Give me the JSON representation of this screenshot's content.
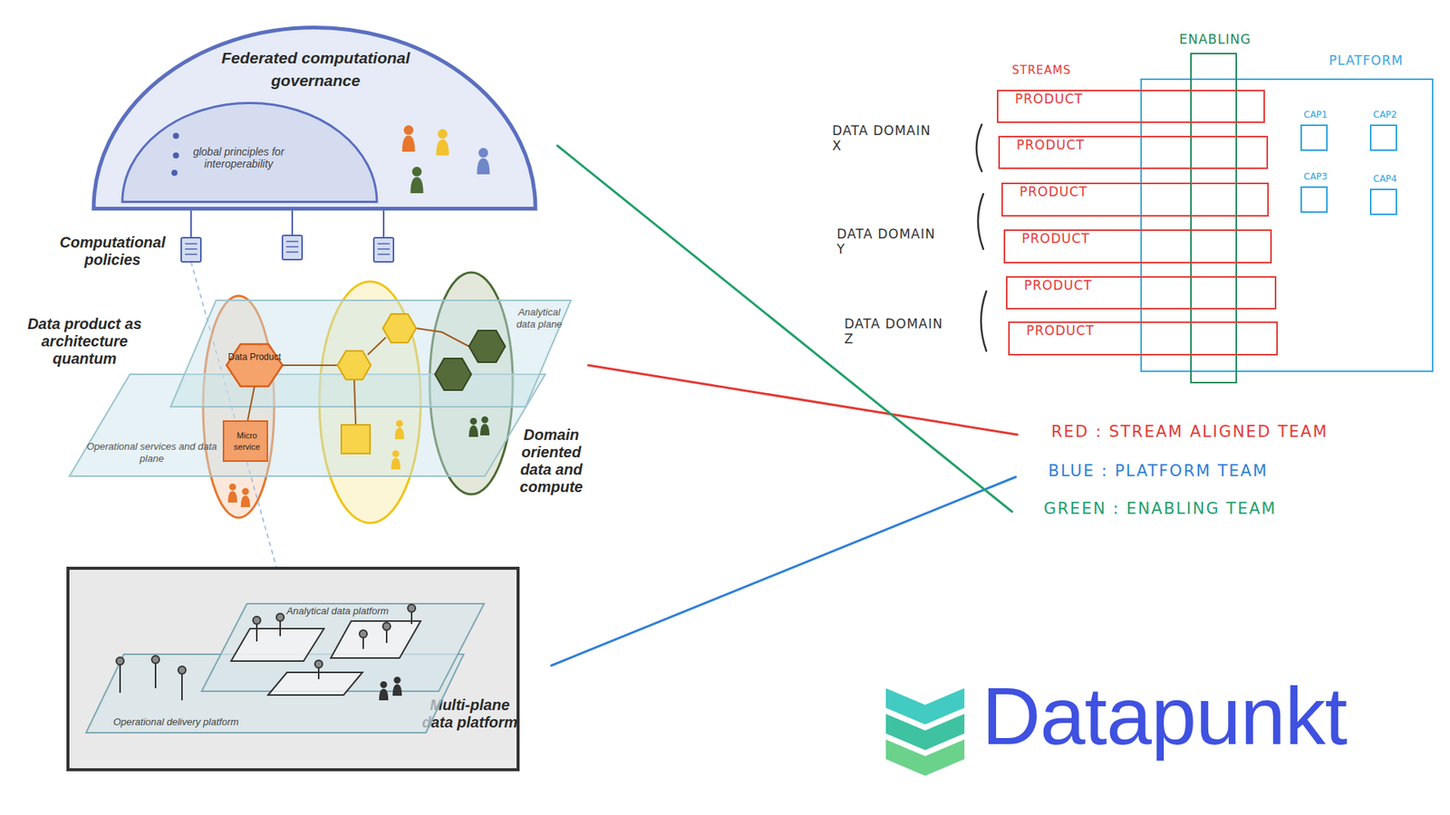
{
  "diagram": {
    "nodes": [
      {
        "text": [
          "Federated computational governance"
        ]
      },
      {
        "text": [
          "global principles for interoperability"
        ],
        "in": 0
      },
      {
        "text": [
          "Analytical data plane"
        ]
      },
      {
        "text": [
          "Data Product"
        ],
        "in": 2
      },
      {
        "text": [
          "Operational services and data plane"
        ]
      },
      {
        "text": [
          "Micro service"
        ],
        "in": 4
      },
      {
        "text": [
          "Multi-plane data platform"
        ]
      },
      {
        "text": [
          "Analytical data platform"
        ],
        "in": 6
      },
      {
        "text": [
          "Operational delivery platform"
        ],
        "in": 6
      },
      {
        "text": [
          "ENABLING"
        ]
      },
      {
        "text": [
          "PLATFORM"
        ]
      },
      {
        "text": [
          "CAP1"
        ],
        "in": 10
      },
      {
        "text": [
          "CAP2"
        ],
        "in": 10
      },
      {
        "text": [
          "CAP3"
        ],
        "in": 10
      },
      {
        "text": [
          "CAP4"
        ],
        "in": 10
      },
      {
        "text": [
          "PRODUCT"
        ]
      },
      {
        "text": [
          "PRODUCT"
        ]
      },
      {
        "text": [
          "PRODUCT"
        ]
      },
      {
        "text": [
          "PRODUCT"
        ]
      },
      {
        "text": [
          "PRODUCT"
        ]
      },
      {
        "text": [
          "PRODUCT"
        ]
      }
    ],
    "labels": [
      "Computational policies",
      "Data product as architecture quantum",
      "Domain oriented data and compute",
      "STREAMS",
      "DATA DOMAIN X",
      "DATA DOMAIN Y",
      "DATA DOMAIN Z",
      "Datapunkt"
    ],
    "legend": [
      {
        "text": "RED : STREAM ALIGNED TEAM",
        "color": "#e53935"
      },
      {
        "text": "BLUE : PLATFORM TEAM",
        "color": "#2f80d8"
      },
      {
        "text": "GREEN : ENABLING TEAM",
        "color": "#22a06b"
      }
    ]
  }
}
